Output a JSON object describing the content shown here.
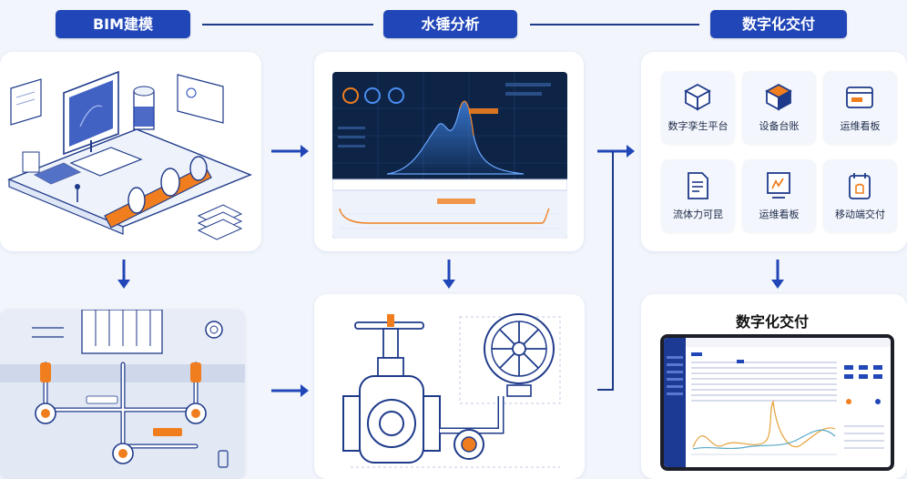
{
  "stages": {
    "bim": "BIM建模",
    "water_hammer": "水锤分析",
    "digital": "数字化交付"
  },
  "tiles": [
    "数字孪生平台",
    "设备台账",
    "运维看板",
    "流体力可昆",
    "运维看板",
    "移动端交付"
  ],
  "delivery_title": "数字化交付",
  "colors": {
    "primary": "#2146b8",
    "accent": "#f07e1e",
    "dark_panel": "#0d2447"
  }
}
